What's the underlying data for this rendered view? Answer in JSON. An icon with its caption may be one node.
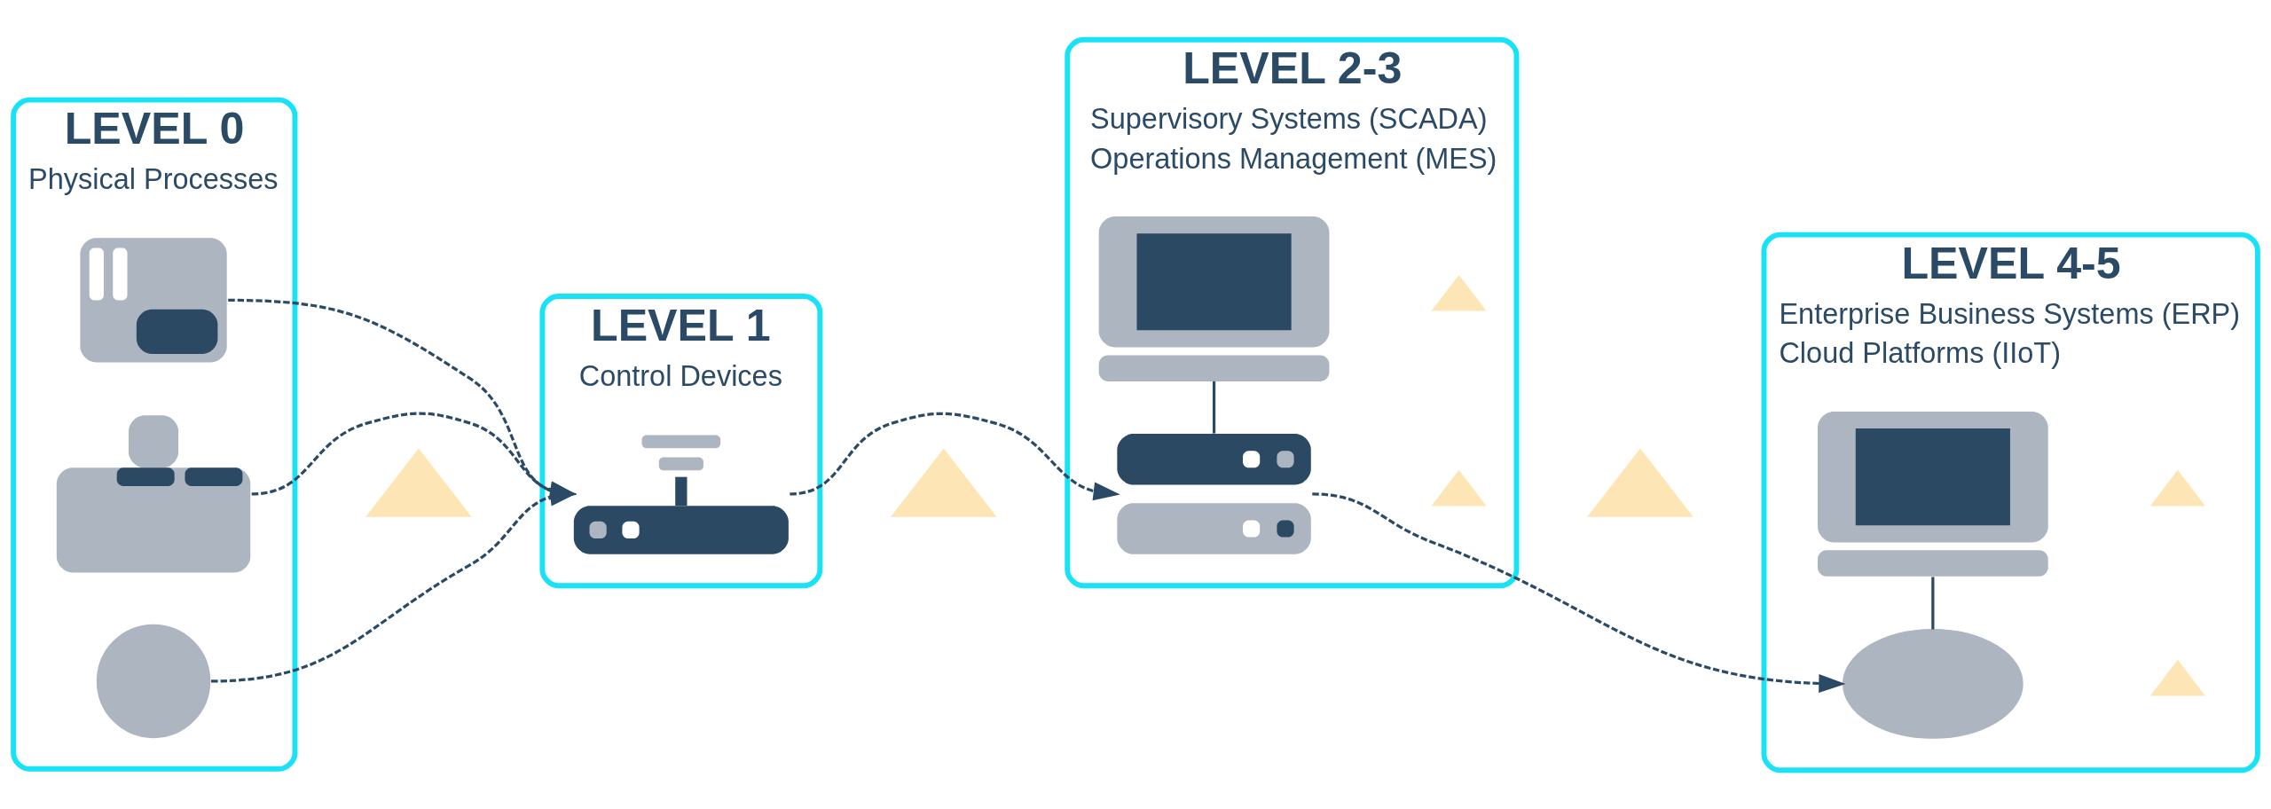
{
  "diagram": {
    "nodes": [
      {
        "text": [
          "LEVEL 0",
          "Physical Processes"
        ]
      },
      {
        "text": [],
        "shape": "picture",
        "in": 0
      },
      {
        "text": [],
        "shape": "picture",
        "in": 0
      },
      {
        "text": [],
        "shape": "circle",
        "in": 0
      },
      {
        "text": [],
        "shape": "triangle"
      },
      {
        "text": [
          "LEVEL 1",
          "Control Devices"
        ]
      },
      {
        "text": [],
        "shape": "picture",
        "in": 5
      },
      {
        "text": [],
        "shape": "triangle"
      },
      {
        "text": [
          "LEVEL 2-3",
          "Supervisory Systems (SCADA)",
          "Operations Management (MES)"
        ]
      },
      {
        "text": [],
        "shape": "picture",
        "in": 8
      },
      {
        "text": [],
        "shape": "triangle",
        "in": 8
      },
      {
        "text": [],
        "shape": "picture",
        "in": 8
      },
      {
        "text": [],
        "shape": "triangle",
        "in": 8
      },
      {
        "text": [],
        "shape": "triangle"
      },
      {
        "text": [
          "LEVEL 4-5",
          "Enterprise Business Systems (ERP)",
          "Cloud Platforms (IIoT)"
        ]
      },
      {
        "text": [],
        "shape": "picture",
        "in": 14
      },
      {
        "text": [],
        "shape": "triangle",
        "in": 14
      },
      {
        "text": [],
        "shape": "cloud",
        "in": 14
      },
      {
        "text": [],
        "shape": "triangle",
        "in": 14
      }
    ],
    "edges": [
      {
        "from": 1,
        "to": 6,
        "arrow": "to",
        "style": "dashed"
      },
      {
        "from": 2,
        "to": 6,
        "arrow": "to",
        "style": "dashed"
      },
      {
        "from": 3,
        "to": 6,
        "arrow": "to",
        "style": "dashed"
      },
      {
        "from": 6,
        "to": 11,
        "arrow": "to",
        "style": "dashed"
      },
      {
        "from": 9,
        "to": 11,
        "arrow": "none"
      },
      {
        "from": 11,
        "to": 17,
        "arrow": "to",
        "style": "dashed"
      },
      {
        "from": 15,
        "to": 17,
        "arrow": "none"
      }
    ]
  }
}
